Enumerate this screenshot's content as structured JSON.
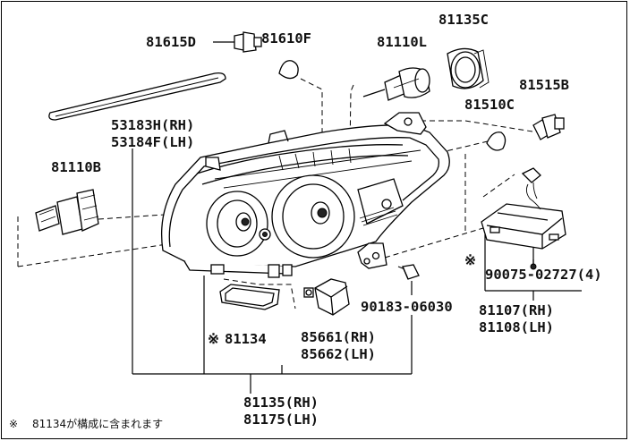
{
  "labels": {
    "p81615D": "81615D",
    "p81610F": "81610F",
    "p81110L": "81110L",
    "p81135C": "81135C",
    "p81515B": "81515B",
    "p81510C": "81510C",
    "p53183H": "53183H(RH)",
    "p53184F": "53184F(LH)",
    "p81110B": "81110B",
    "p90075": "90075-02727(4)",
    "p90183": "90183-06030",
    "p81107": "81107(RH)",
    "p81108": "81108(LH)",
    "p81134": "81134",
    "p85661": "85661(RH)",
    "p85662": "85662(LH)",
    "p81135": "81135(RH)",
    "p81175": "81175(LH)"
  },
  "marks": {
    "reference_mark": "※"
  },
  "footnote": {
    "mark": "※",
    "text": "81134が構成に含まれます"
  }
}
